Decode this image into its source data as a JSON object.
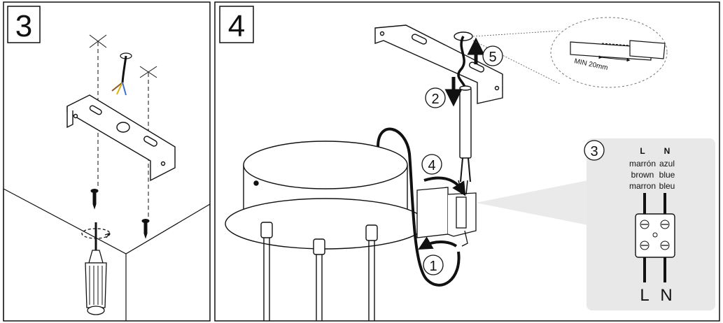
{
  "panels": [
    {
      "step": "3"
    },
    {
      "step": "4"
    }
  ],
  "callouts": {
    "c1": "1",
    "c2": "2",
    "c3": "3",
    "c4": "4",
    "c5": "5"
  },
  "strip_note": "MIN 20mm",
  "wiring": {
    "live_letter": "L",
    "neutral_letter": "N",
    "live_names": [
      "marrón",
      "brown",
      "marron"
    ],
    "neutral_names": [
      "azul",
      "blue",
      "bleu"
    ]
  },
  "colors": {
    "stroke": "#111111",
    "panel_bg": "#e8e8e8",
    "wire_brown": "#8b5a2b",
    "wire_blue": "#3a6fd6",
    "wire_yellow": "#e0b300"
  }
}
